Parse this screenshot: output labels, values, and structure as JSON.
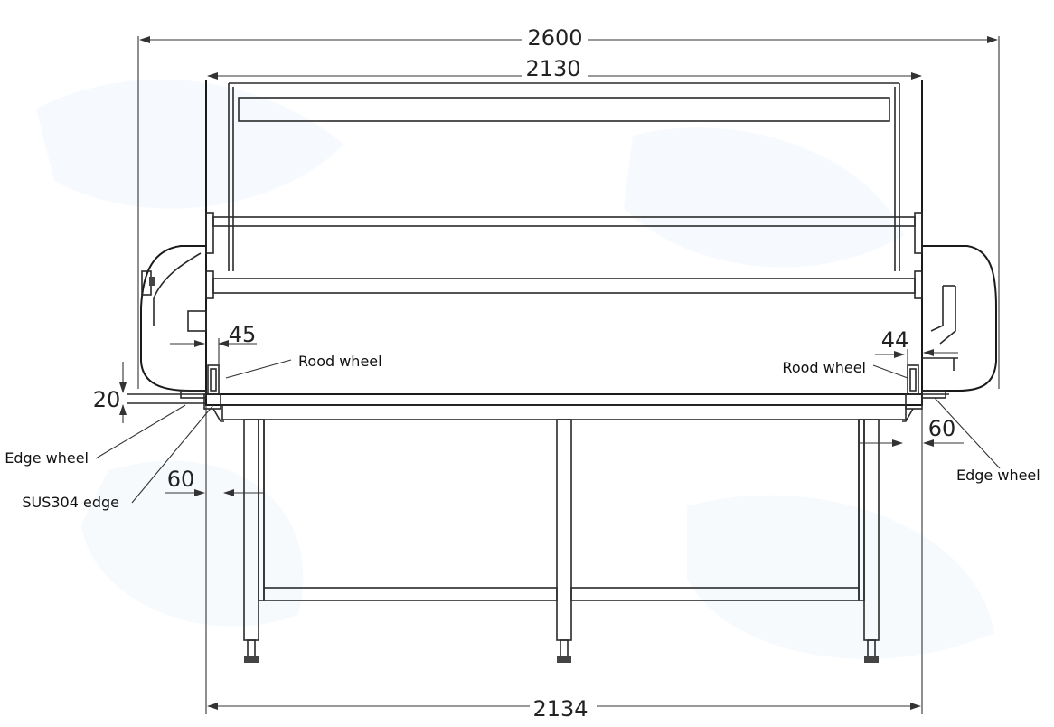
{
  "dimensions": {
    "overall_width": "2600",
    "frame_width": "2130",
    "base_width": "2134",
    "left_gap": "45",
    "right_gap": "44",
    "edge_height": "20",
    "left_offset": "60",
    "right_offset": "60"
  },
  "labels": {
    "rood_wheel_left": "Rood wheel",
    "rood_wheel_right": "Rood wheel",
    "edge_wheel_left": "Edge wheel",
    "edge_wheel_right": "Edge wheel",
    "sus304_edge": "SUS304 edge"
  },
  "colors": {
    "background": "#ffffff",
    "line": "#2a2a2a",
    "watermark": "#e8f0fa"
  }
}
